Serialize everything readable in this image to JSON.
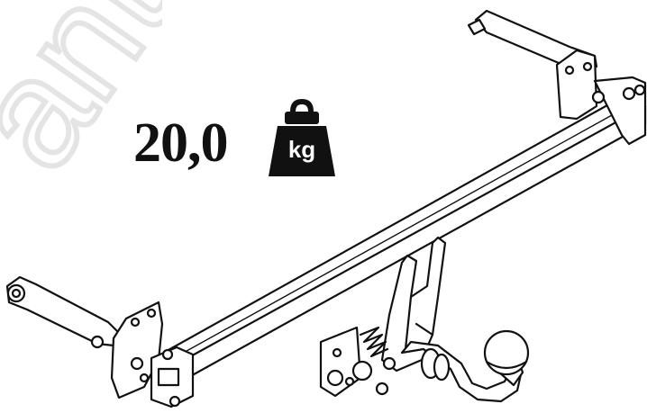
{
  "product": {
    "weight_value": "20,0",
    "weight_unit": "kg",
    "weight_icon": "weight-kettlebell-icon"
  },
  "watermark": {
    "text": "ant"
  },
  "colors": {
    "line": "#111111",
    "background": "#ffffff",
    "watermark": "#e6e6e6"
  }
}
